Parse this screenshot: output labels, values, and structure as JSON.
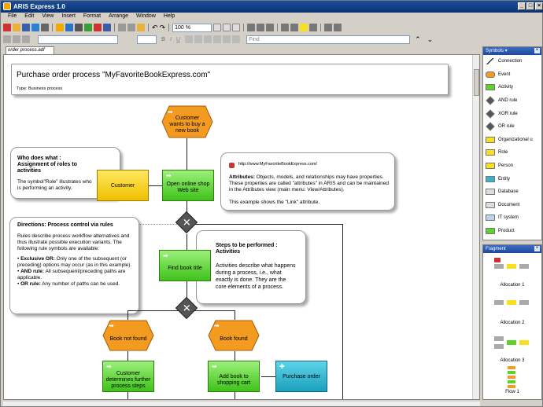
{
  "window": {
    "title": "ARIS Express 1.0"
  },
  "menu": [
    "File",
    "Edit",
    "View",
    "Insert",
    "Format",
    "Arrange",
    "Window",
    "Help"
  ],
  "toolbar": {
    "zoom": "100 %",
    "find_placeholder": "Find"
  },
  "tab": {
    "label": "order process.adf"
  },
  "header": {
    "title": "Purchase order process \"MyFavoriteBookExpress.com\"",
    "type": "Type: Business process"
  },
  "notes": {
    "who_title": "Who does what : Assignment of roles to activities",
    "who_body": "The symbol\"Role\" illustrates who is performing an activity.",
    "attr_link": "http://www.MyFavoriteBookExpress.com/",
    "attr_title": "Attributes:",
    "attr_body": " Objects, models, and relationships may have properties. These properties are called \"attributes\" in ARIS and can be maintained in the Attributes view (main menu: View/Attributes).",
    "attr_example": "This example shows the \"Link\" attribute.",
    "dir_title": "Directions: Process control via rules",
    "dir_body": "Rules describe process workflow alternatives and thus illustrate possible execution variants. The following rule symbols are available:",
    "rule1_b": "Exclusive OR:",
    "rule1": " Only one of the subsequent (or preceding) options may occur (as in this example).",
    "rule2_b": "AND rule:",
    "rule2": " All subsequent/preceding paths are applicable.",
    "rule3_b": "OR rule:",
    "rule3": " Any number of paths can be used.",
    "steps_title": "Steps to be performed : Activities",
    "steps_body": "Activities describe what happens during a process, i.e., what exactly is done. They are the core elements of a process."
  },
  "diagram": {
    "event_start": "Customer wants to buy a new book",
    "role_customer": "Customer",
    "func_open": "Open online shop Web site",
    "func_find": "Find book title",
    "event_notfound": "Book not found",
    "event_found": "Book found",
    "func_determine": "Customer determines further process steps",
    "func_add": "Add book to shopping cart",
    "proc_purchase": "Purchase order"
  },
  "symbols_panel": {
    "title": "Symbols ▾",
    "items": [
      {
        "label": "Connection",
        "icon": "connection-icon",
        "color": "#ffffff"
      },
      {
        "label": "Event",
        "icon": "event-icon",
        "color": "#f39a21"
      },
      {
        "label": "Activity",
        "icon": "activity-icon",
        "color": "#5fd12e"
      },
      {
        "label": "AND rule",
        "icon": "and-rule-icon",
        "color": "#555555"
      },
      {
        "label": "XOR rule",
        "icon": "xor-rule-icon",
        "color": "#555555"
      },
      {
        "label": "OR rule",
        "icon": "or-rule-icon",
        "color": "#555555"
      },
      {
        "label": "Organizational u",
        "icon": "org-unit-icon",
        "color": "#f8e020"
      },
      {
        "label": "Role",
        "icon": "role-icon",
        "color": "#f8e020"
      },
      {
        "label": "Person",
        "icon": "person-icon",
        "color": "#f8e020"
      },
      {
        "label": "Entity",
        "icon": "entity-icon",
        "color": "#3bb0c9"
      },
      {
        "label": "Database",
        "icon": "database-icon",
        "color": "#dddddd"
      },
      {
        "label": "Document",
        "icon": "document-icon",
        "color": "#dddddd"
      },
      {
        "label": "IT system",
        "icon": "it-system-icon",
        "color": "#b9d4f0"
      },
      {
        "label": "Product",
        "icon": "product-icon",
        "color": "#5fd12e"
      }
    ]
  },
  "fragment_panel": {
    "title": "Fragment",
    "items": [
      "Allocation 1",
      "Allocation 2",
      "Allocation 3",
      "Flow 1"
    ]
  }
}
